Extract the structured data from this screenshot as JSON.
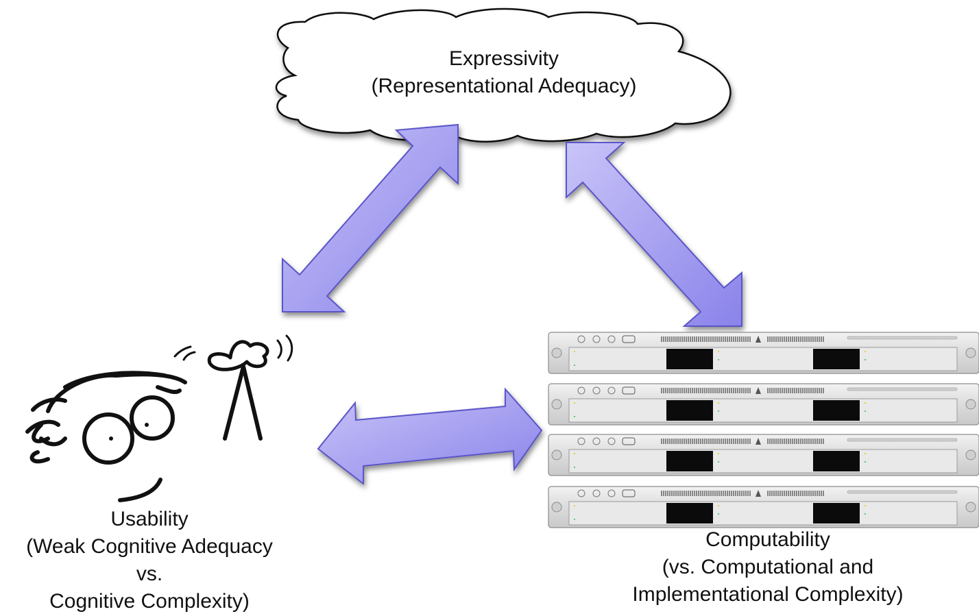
{
  "nodes": {
    "expressivity": {
      "title": "Expressivity",
      "subtitle": "(Representational Adequacy)",
      "shape": "cloud"
    },
    "usability": {
      "title": "Usability",
      "line2": "(Weak Cognitive Adequacy",
      "line3": "vs.",
      "line4": "Cognitive Complexity)",
      "image": "cartoon-thinking-face"
    },
    "computability": {
      "title": "Computability",
      "line2": "(vs. Computational and",
      "line3": "Implementational Complexity)",
      "image": "rack-server-stack"
    }
  },
  "edges": [
    {
      "from": "usability",
      "to": "expressivity",
      "type": "double-arrow"
    },
    {
      "from": "expressivity",
      "to": "computability",
      "type": "double-arrow"
    },
    {
      "from": "usability",
      "to": "computability",
      "type": "double-arrow"
    }
  ],
  "colors": {
    "arrow_fill_light": "#b9b3f5",
    "arrow_fill_dark": "#7f78e8",
    "arrow_stroke": "#5a54c8",
    "cloud_fill": "#ffffff",
    "server_face": "#e4e4e4",
    "server_bay": "#0b0b0b"
  }
}
